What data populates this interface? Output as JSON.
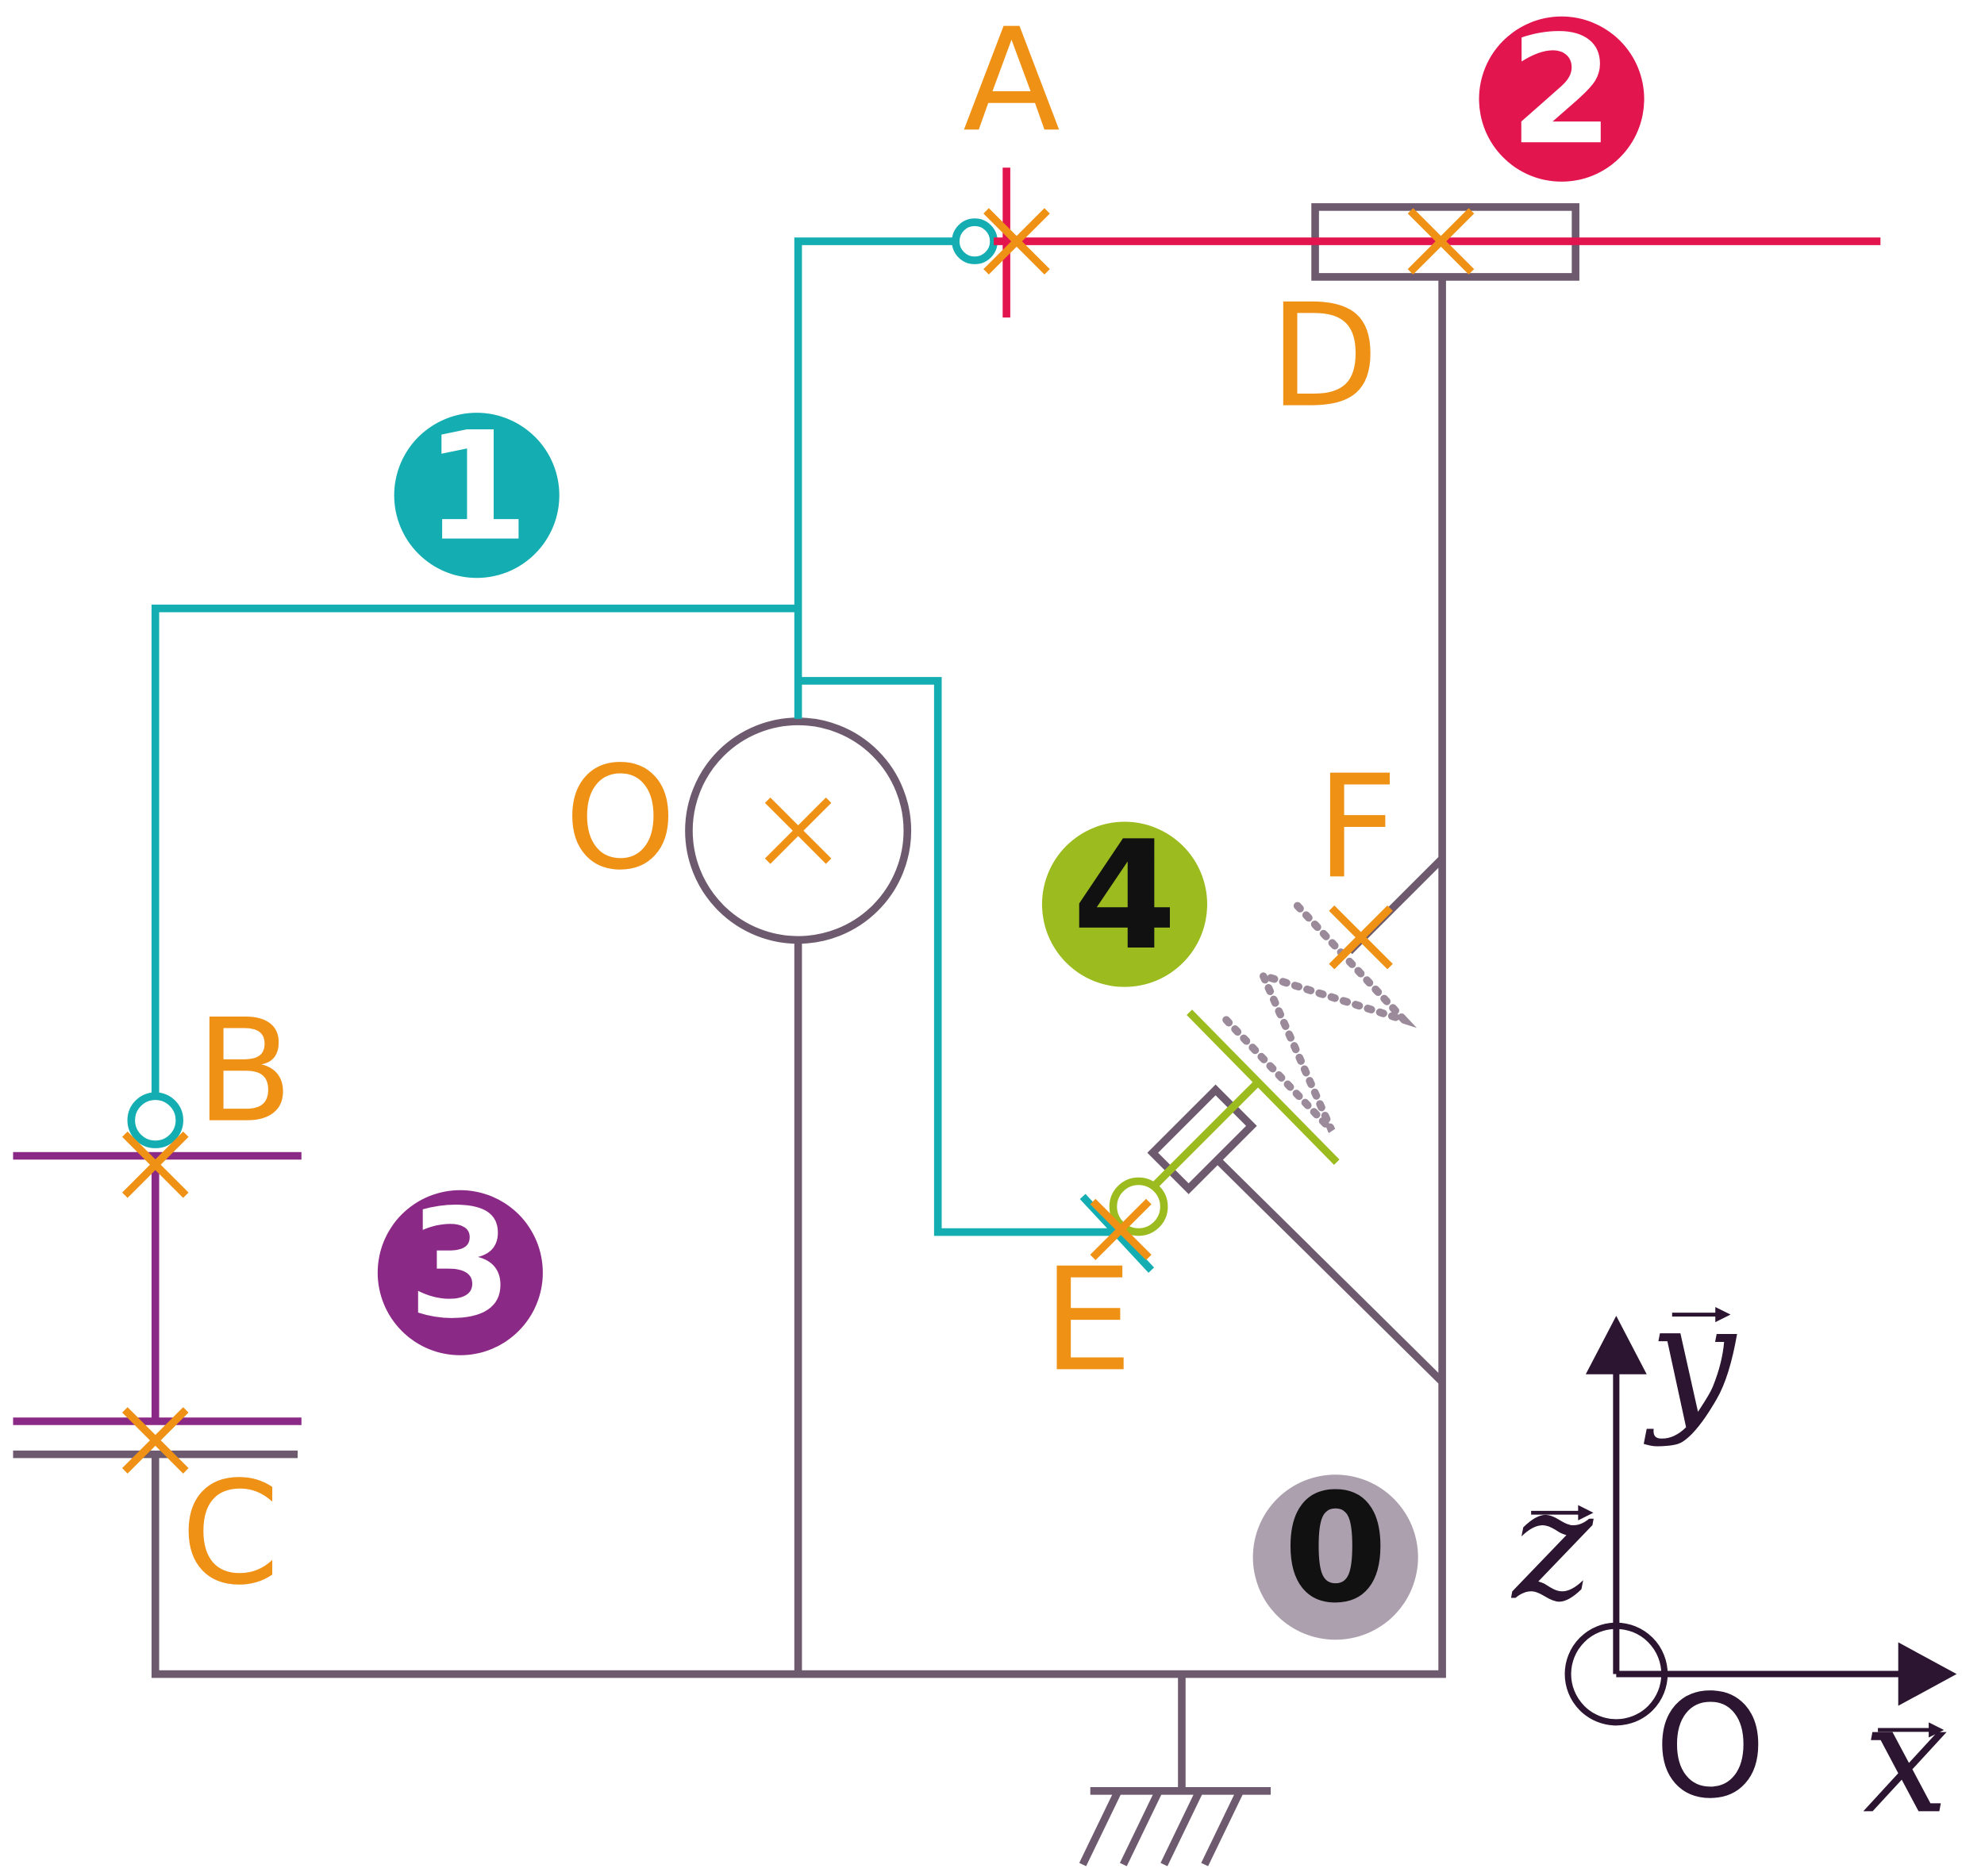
{
  "colors": {
    "frame": "#6e5a6e",
    "part1": "#14aeb2",
    "part2": "#e3154f",
    "part3": "#8b2a86",
    "part4": "#9bbb1f",
    "points": "#ef9114",
    "axes": "#2b1530",
    "badge0": "#aca0ae"
  },
  "points": {
    "A": "A",
    "B": "B",
    "C": "C",
    "D": "D",
    "E": "E",
    "F": "F",
    "O": "O"
  },
  "parts": {
    "p0": "0",
    "p1": "1",
    "p2": "2",
    "p3": "3",
    "p4": "4"
  },
  "axes": {
    "x": "x",
    "y": "y",
    "z": "z",
    "origin": "O"
  }
}
